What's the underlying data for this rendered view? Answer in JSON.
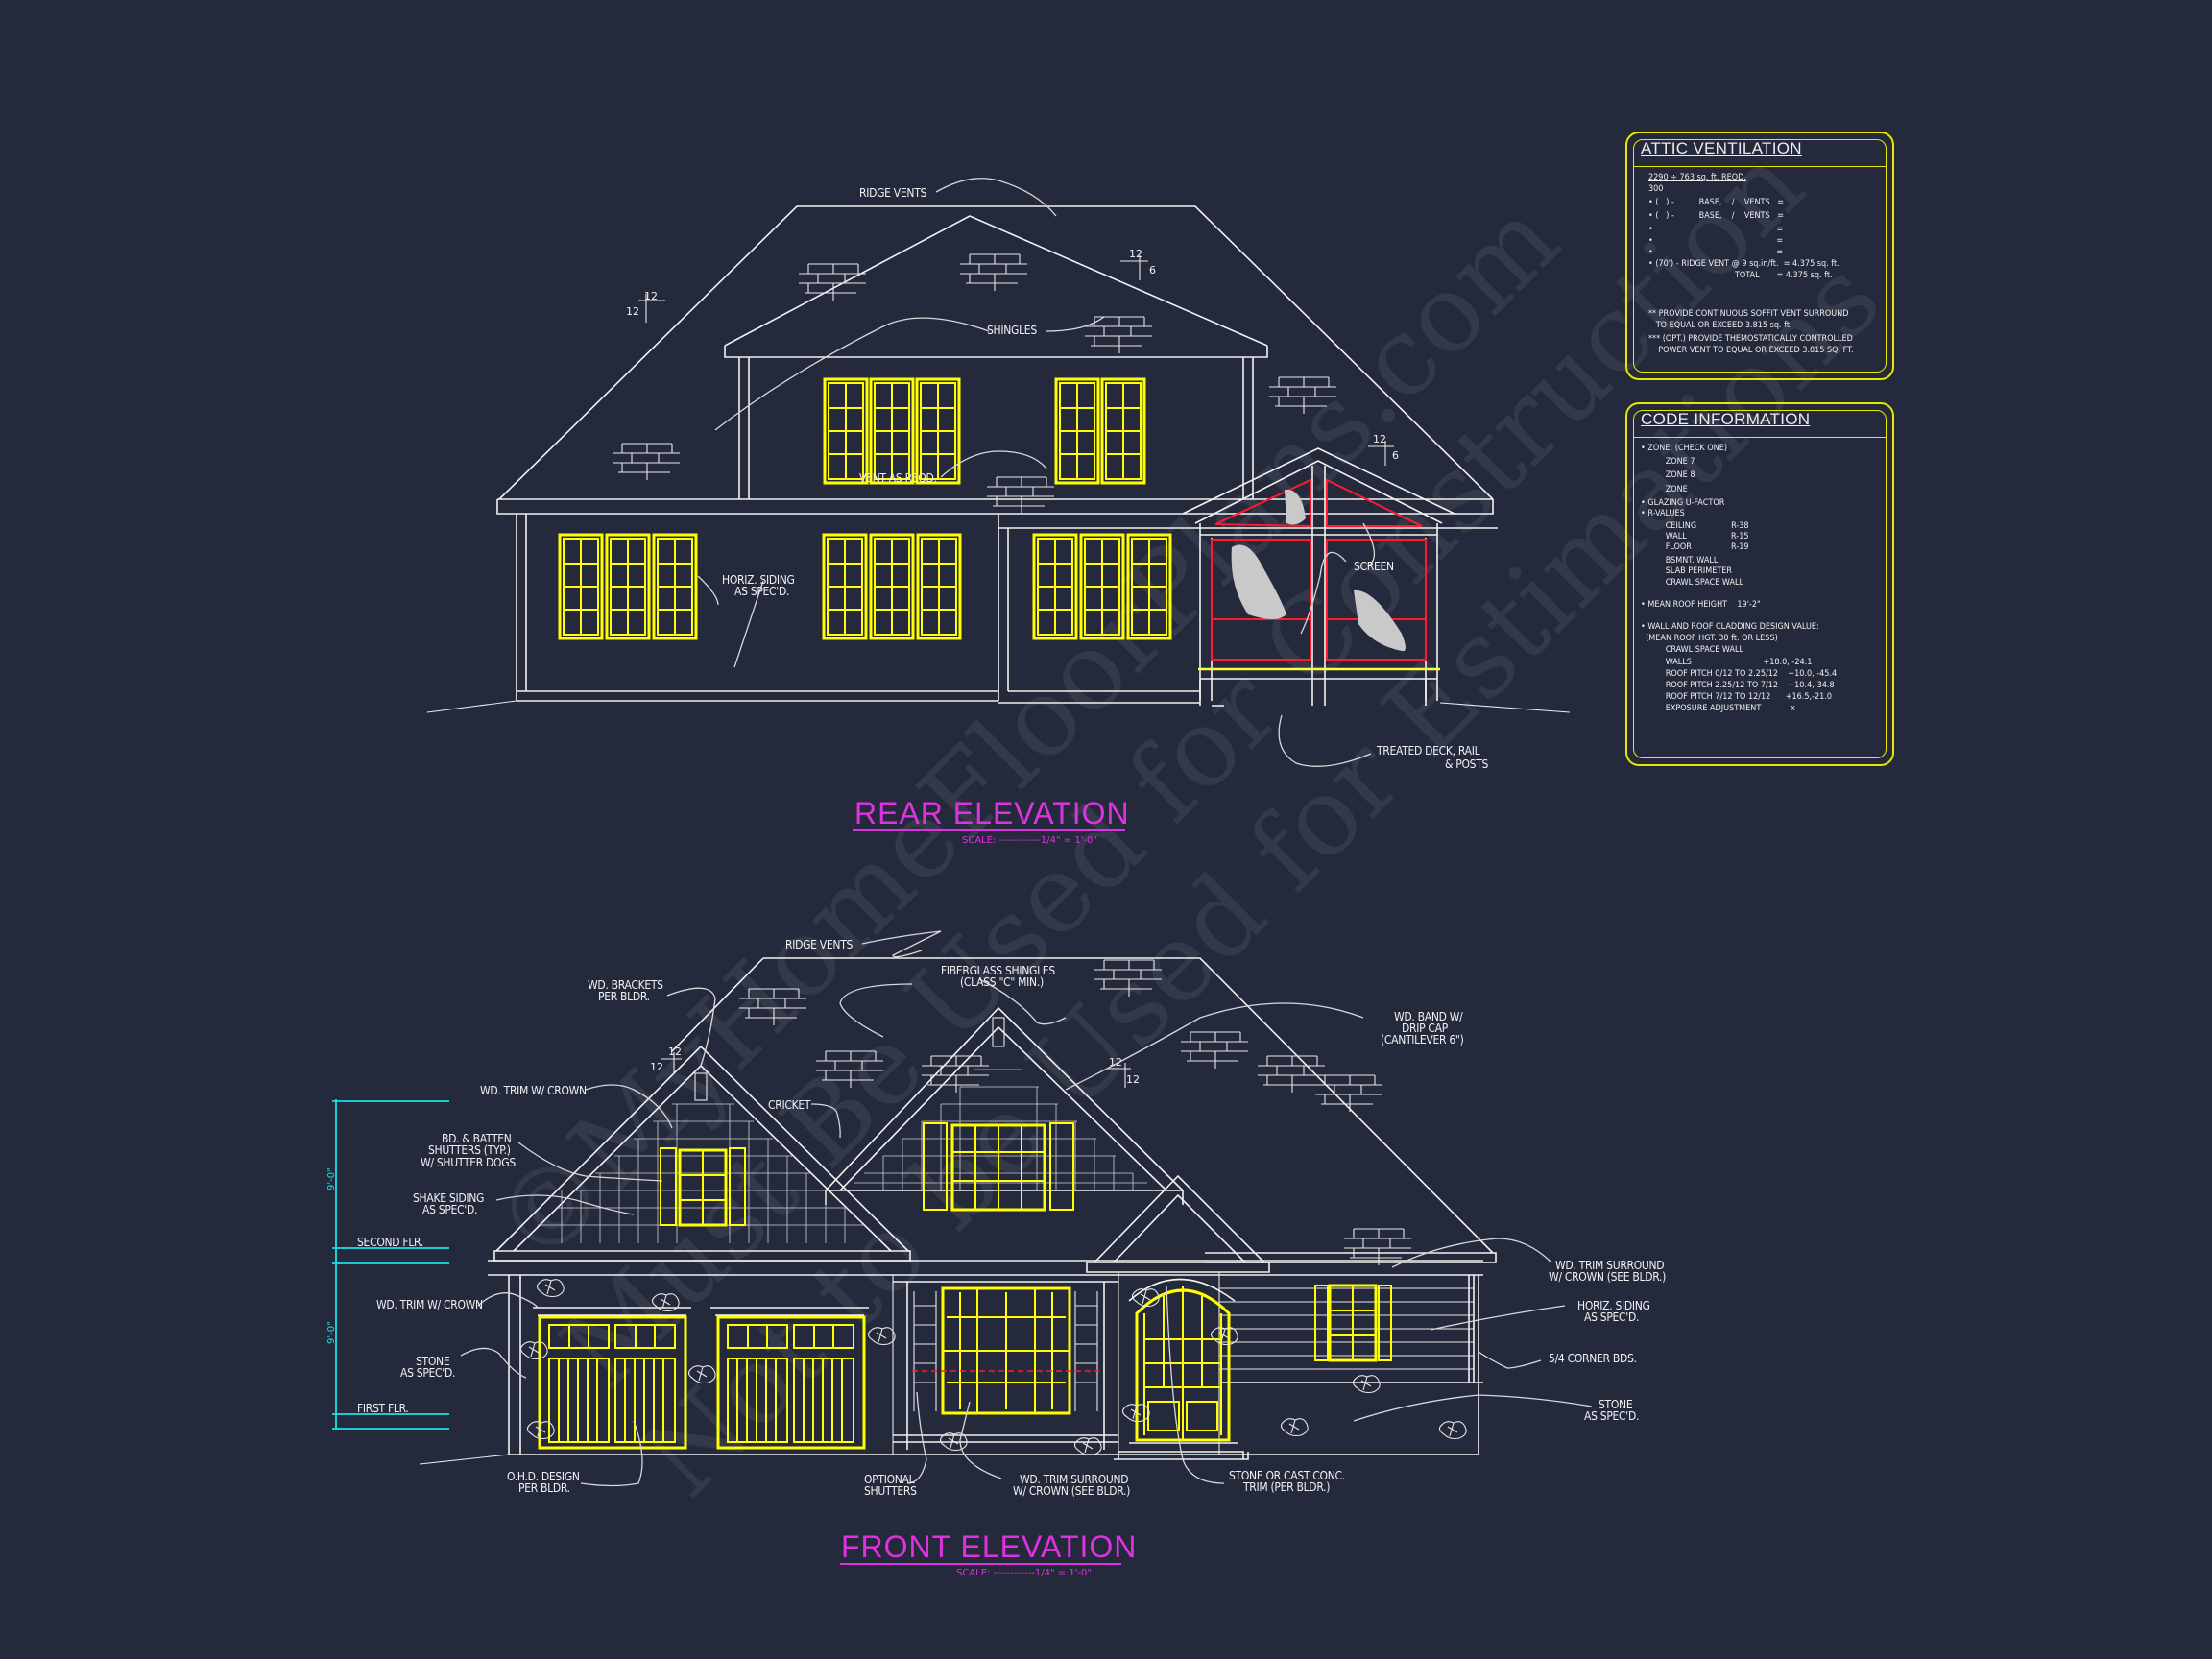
{
  "colors": {
    "background": "#242a3c",
    "linework": "#f2f2f2",
    "windows": "#ffff00",
    "screen_porch": "#ff1a2e",
    "titles": "#e031e0",
    "dimensions": "#19e0e8",
    "panel_border": "#e8e800"
  },
  "watermark": {
    "line1": "©MyHomeFloorPlans.com",
    "line2": "Must Be Used for Construction",
    "line3": "Not to be Used for Estimations"
  },
  "rear_elevation": {
    "title": "REAR ELEVATION",
    "scale": "SCALE: ------------1/4\" = 1'-0\"",
    "pitches": [
      {
        "rise": "12",
        "run": "12"
      },
      {
        "rise": "12",
        "run": "6"
      },
      {
        "rise": "12",
        "run": "6"
      }
    ],
    "labels": {
      "ridge_vents": "RIDGE VENTS",
      "shingles": "SHINGLES",
      "vent_as_reqd": "VENT AS REQD.",
      "horiz_siding_1": "HORIZ. SIDING",
      "horiz_siding_2": "AS SPEC'D.",
      "screen": "SCREEN",
      "deck_1": "TREATED DECK, RAIL",
      "deck_2": "& POSTS"
    }
  },
  "front_elevation": {
    "title": "FRONT ELEVATION",
    "scale": "SCALE: ------------1/4\" = 1'-0\"",
    "pitches": [
      {
        "rise": "12",
        "run": "12"
      },
      {
        "rise": "12",
        "run": "12"
      }
    ],
    "dimensions": {
      "upper": "9'-0\"",
      "lower": "9'-0\"",
      "second_flr": "SECOND FLR.",
      "first_flr": "FIRST FLR."
    },
    "labels": {
      "ridge_vents": "RIDGE VENTS",
      "fiberglass_1": "FIBERGLASS SHINGLES",
      "fiberglass_2": "(CLASS \"C\" MIN.)",
      "brackets_1": "WD. BRACKETS",
      "brackets_2": "PER BLDR.",
      "band_1": "WD. BAND W/",
      "band_2": "DRIP CAP",
      "band_3": "(CANTILEVER 6\")",
      "trim_crown_upper": "WD. TRIM W/ CROWN",
      "cricket": "CRICKET",
      "batten_1": "BD. & BATTEN",
      "batten_2": "SHUTTERS (TYP.)",
      "batten_3": "W/ SHUTTER DOGS",
      "shake_1": "SHAKE SIDING",
      "shake_2": "AS SPEC'D.",
      "trim_crown_lower": "WD. TRIM W/ CROWN",
      "stone_left_1": "STONE",
      "stone_left_2": "AS SPEC'D.",
      "ohd_1": "O.H.D. DESIGN",
      "ohd_2": "PER BLDR.",
      "optional_1": "OPTIONAL",
      "optional_2": "SHUTTERS",
      "trim_surround_1": "WD. TRIM SURROUND",
      "trim_surround_2": "W/ CROWN (SEE BLDR.)",
      "cast_1": "STONE OR CAST CONC.",
      "cast_2": "TRIM (PER BLDR.)",
      "trim_right_1": "WD. TRIM SURROUND",
      "trim_right_2": "W/ CROWN (SEE BLDR.)",
      "horiz_right_1": "HORIZ. SIDING",
      "horiz_right_2": "AS SPEC'D.",
      "corner_bds": "5/4 CORNER BDS.",
      "stone_right_1": "STONE",
      "stone_right_2": "AS SPEC'D."
    }
  },
  "attic_ventilation": {
    "title": "ATTIC VENTILATION",
    "lines": [
      "2290 ÷ 763 sq. ft. REQD.",
      "300",
      "• (   ) -          BASE,    /    VENTS   =",
      "• (   ) -          BASE,    /    VENTS   =",
      "•                                                  =",
      "•                                                  =",
      "•                                                  =",
      "• (70') - RIDGE VENT @ 9 sq.in/ft.  = 4.375 sq. ft.",
      "                                   TOTAL       = 4.375 sq. ft.",
      "",
      "** PROVIDE CONTINUOUS SOFFIT VENT SURROUND",
      "   TO EQUAL OR EXCEED 3.815 sq. ft.",
      "*** (OPT.) PROVIDE THEMOSTATICALLY CONTROLLED",
      "    POWER VENT TO EQUAL OR EXCEED 3.815 SQ. FT."
    ]
  },
  "code_information": {
    "title": "CODE INFORMATION",
    "lines": [
      "• ZONE: (CHECK ONE)",
      "          ZONE 7",
      "          ZONE 8",
      "          ZONE",
      "• GLAZING U-FACTOR",
      "• R-VALUES",
      "          CEILING              R-38",
      "          WALL                  R-15",
      "          FLOOR                R-19",
      "          BSMNT. WALL",
      "          SLAB PERIMETER",
      "          CRAWL SPACE WALL",
      "",
      "• MEAN ROOF HEIGHT    19'-2\"",
      "",
      "• WALL AND ROOF CLADDING DESIGN VALUE:",
      "  (MEAN ROOF HGT. 30 ft. OR LESS)",
      "          CRAWL SPACE WALL",
      "          WALLS                             +18.0, -24.1",
      "          ROOF PITCH 0/12 TO 2.25/12    +10.0, -45.4",
      "          ROOF PITCH 2.25/12 TO 7/12    +10.4,-34.8",
      "          ROOF PITCH 7/12 TO 12/12      +16.5,-21.0",
      "          EXPOSURE ADJUSTMENT            x"
    ]
  }
}
